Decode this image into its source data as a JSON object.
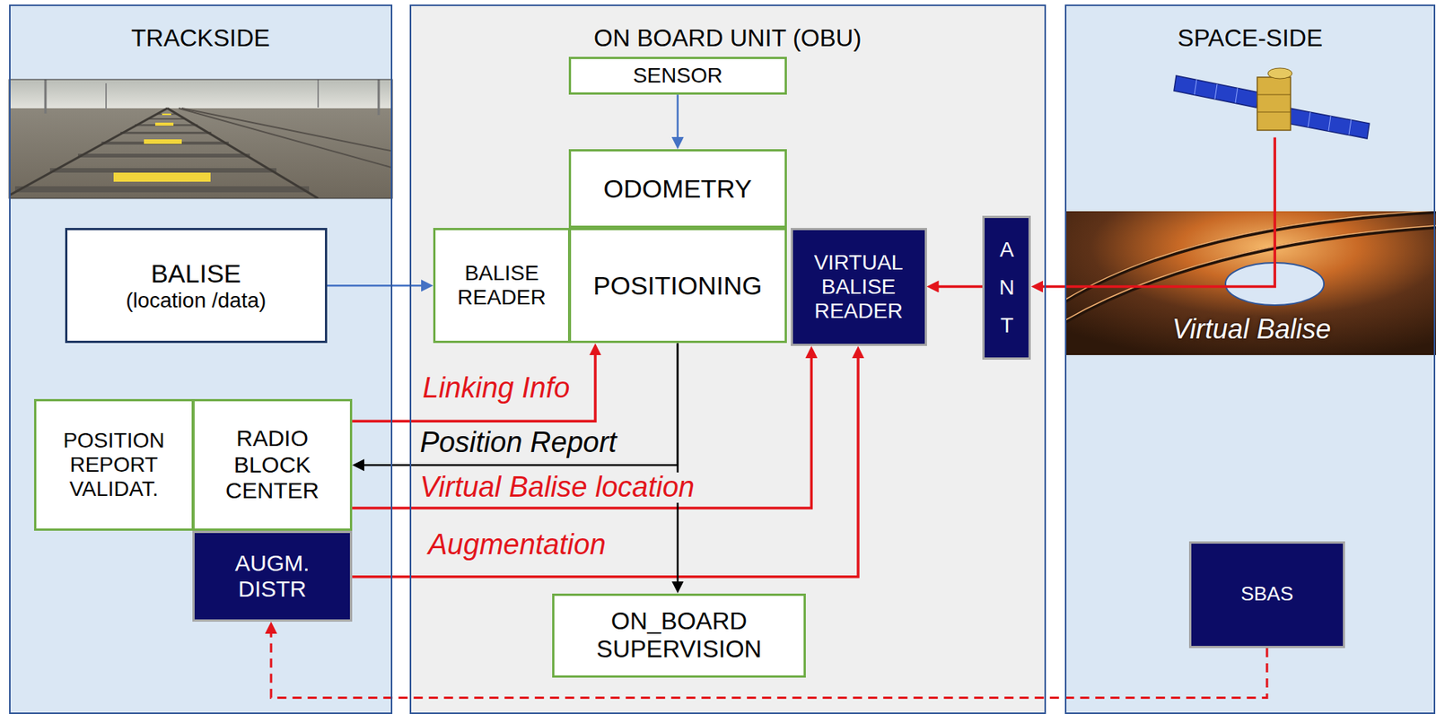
{
  "diagram": {
    "nodes": [
      {
        "text": [
          "TRACKSIDE"
        ]
      },
      {
        "text": [
          "BALISE",
          "(location /data)"
        ],
        "in": 0
      },
      {
        "text": [
          "POSITION REPORT VALIDAT."
        ],
        "in": 0
      },
      {
        "text": [
          "RADIO BLOCK CENTER"
        ],
        "in": 0
      },
      {
        "text": [
          "AUGM. DISTR"
        ],
        "in": 0
      },
      {
        "text": [
          "ON BOARD UNIT (OBU)"
        ]
      },
      {
        "text": [
          "SENSOR"
        ],
        "in": 5
      },
      {
        "text": [
          "ODOMETRY"
        ],
        "in": 5
      },
      {
        "text": [
          "BALISE READER"
        ],
        "in": 5
      },
      {
        "text": [
          "POSITIONING"
        ],
        "in": 5
      },
      {
        "text": [
          "VIRTUAL BALISE READER"
        ],
        "in": 5
      },
      {
        "text": [
          "ANT"
        ],
        "in": 5
      },
      {
        "text": [
          "ON_BOARD SUPERVISION"
        ],
        "in": 5
      },
      {
        "text": [
          "SPACE-SIDE"
        ]
      },
      {
        "text": [
          "SBAS"
        ],
        "in": 13
      }
    ],
    "edges": [
      {
        "from": 6,
        "to": 7,
        "arrow": "to"
      },
      {
        "from": 1,
        "to": 8,
        "arrow": "to"
      },
      {
        "from": 3,
        "to": 9,
        "label": "Linking Info",
        "arrow": "to"
      },
      {
        "from": 9,
        "to": 3,
        "label": "Position Report",
        "arrow": "to"
      },
      {
        "from": 3,
        "to": 10,
        "label": "Virtual Balise location",
        "arrow": "to"
      },
      {
        "from": 4,
        "to": 10,
        "label": "Augmentation",
        "arrow": "to"
      },
      {
        "from": 9,
        "to": 12,
        "arrow": "to"
      },
      {
        "from": 11,
        "to": 10,
        "arrow": "to"
      },
      {
        "from": 14,
        "to": 4,
        "arrow": "to"
      }
    ],
    "labels": [
      "Virtual Balise"
    ]
  }
}
